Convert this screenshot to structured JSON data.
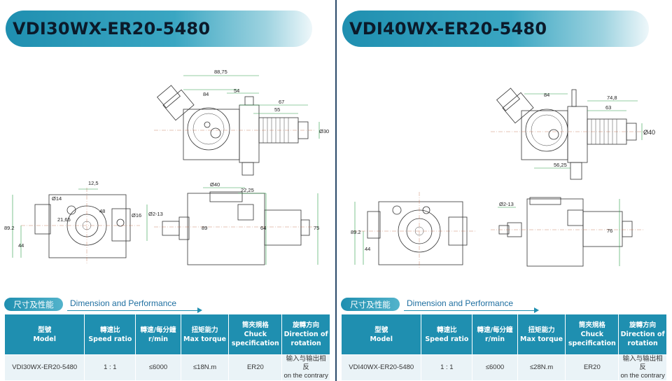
{
  "panels": [
    {
      "title": "VDI30WX-ER20-5480",
      "section": {
        "tag": "尺寸及性能",
        "subtitle": "Dimension and Performance"
      },
      "dimensions": {
        "top": [
          "88,75",
          "84",
          "54",
          "67",
          "55",
          "Ø30"
        ],
        "bottom": [
          "12,5",
          "Ø14",
          "48",
          "21,65",
          "89.2",
          "44",
          "Ø16",
          "Ø40",
          "22,25",
          "Ø2-13",
          "89",
          "64",
          "75"
        ]
      },
      "table": {
        "headers": [
          {
            "cn": "型號",
            "en": "Model"
          },
          {
            "cn": "轉速比",
            "en": "Speed ratio"
          },
          {
            "cn": "轉速/每分鐘",
            "en": "r/min"
          },
          {
            "cn": "扭矩能力",
            "en": "Max torque"
          },
          {
            "cn": "筒夾規格",
            "en": "Chuck specification"
          },
          {
            "cn": "旋轉方向",
            "en": "Direction of rotation"
          }
        ],
        "row": {
          "model": "VDI30WX-ER20-5480",
          "ratio": "1 : 1",
          "rpm": "≤6000",
          "torque": "≤18N.m",
          "chuck": "ER20",
          "direction_cn": "输入与输出相反",
          "direction_en": "on the contrary"
        }
      }
    },
    {
      "title": "VDI40WX-ER20-5480",
      "section": {
        "tag": "尺寸及性能",
        "subtitle": "Dimension and Performance"
      },
      "dimensions": {
        "top": [
          "84",
          "74,8",
          "63",
          "Ø40",
          "56,25"
        ],
        "bottom": [
          "89.2",
          "44",
          "Ø2-13",
          "76"
        ]
      },
      "table": {
        "headers": [
          {
            "cn": "型號",
            "en": "Model"
          },
          {
            "cn": "轉速比",
            "en": "Speed ratio"
          },
          {
            "cn": "轉速/每分鐘",
            "en": "r/min"
          },
          {
            "cn": "扭矩能力",
            "en": "Max torque"
          },
          {
            "cn": "筒夾規格",
            "en": "Chuck specification"
          },
          {
            "cn": "旋轉方向",
            "en": "Direction of rotation"
          }
        ],
        "row": {
          "model": "VDI40WX-ER20-5480",
          "ratio": "1 : 1",
          "rpm": "≤6000",
          "torque": "≤28N.m",
          "chuck": "ER20",
          "direction_cn": "输入与输出相反",
          "direction_en": "on the contrary"
        }
      }
    }
  ]
}
